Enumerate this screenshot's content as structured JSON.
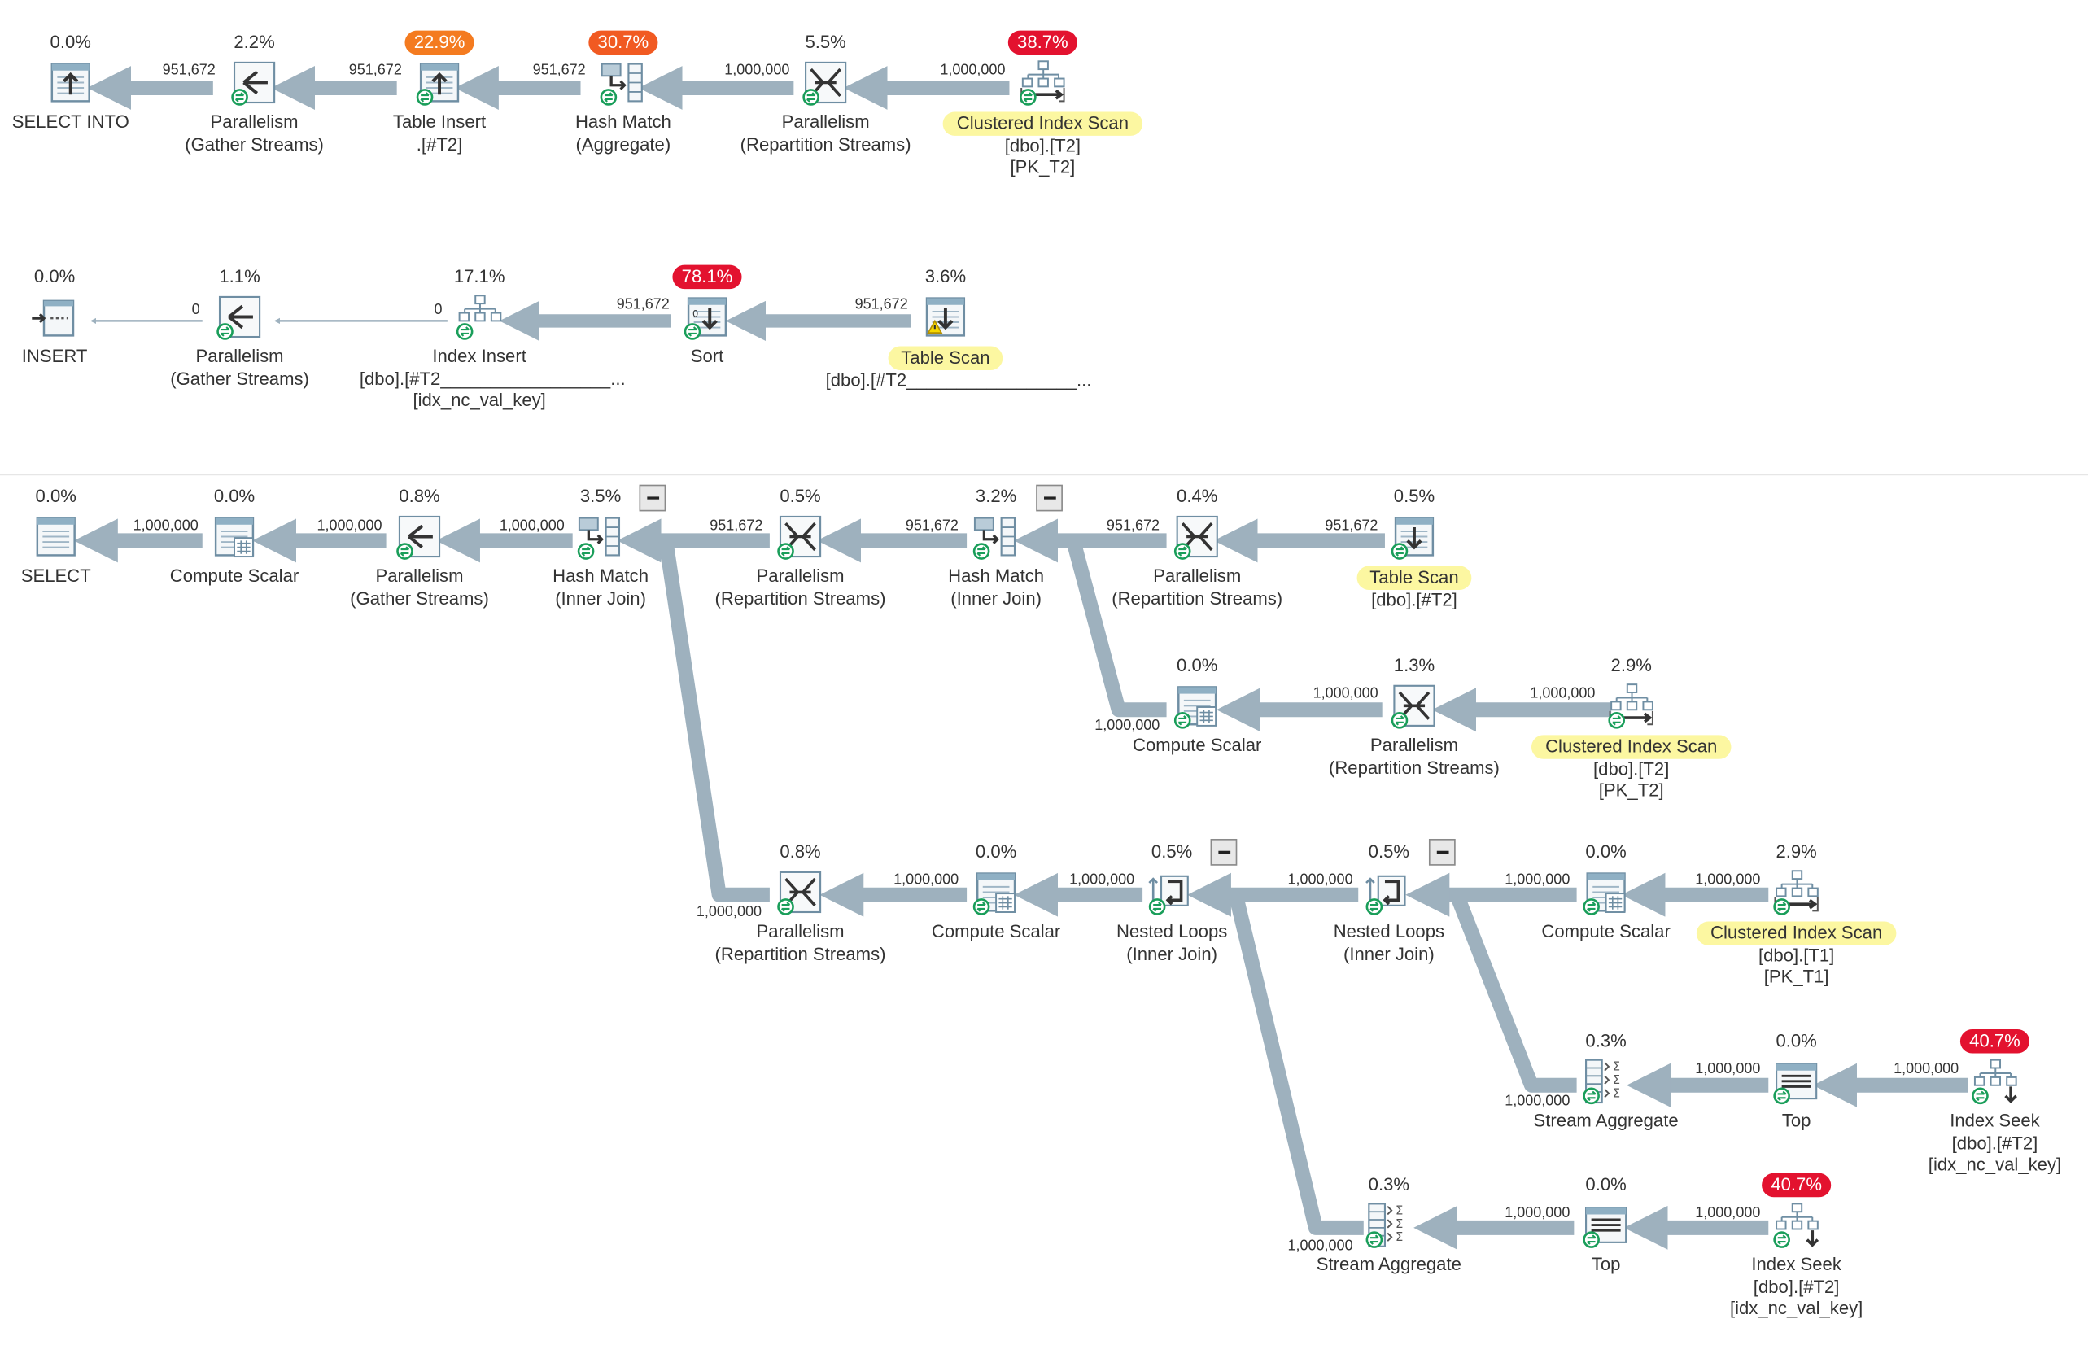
{
  "nodes": {
    "n1": {
      "pct": "0.0%",
      "name": "SELECT INTO",
      "sub1": "",
      "sub2": ""
    },
    "n2": {
      "pct": "2.2%",
      "name": "Parallelism",
      "sub1": "(Gather Streams)",
      "sub2": ""
    },
    "n3": {
      "pct": "22.9%",
      "name": "Table Insert",
      "sub1": ".[#T2]",
      "sub2": ""
    },
    "n4": {
      "pct": "30.7%",
      "name": "Hash Match",
      "sub1": "(Aggregate)",
      "sub2": ""
    },
    "n5": {
      "pct": "5.5%",
      "name": "Parallelism",
      "sub1": "(Repartition Streams)",
      "sub2": ""
    },
    "n6": {
      "pct": "38.7%",
      "name": "Clustered Index Scan",
      "sub1": "[dbo].[T2]",
      "sub2": "[PK_T2]"
    },
    "n7": {
      "pct": "0.0%",
      "name": "INSERT",
      "sub1": "",
      "sub2": ""
    },
    "n8": {
      "pct": "1.1%",
      "name": "Parallelism",
      "sub1": "(Gather Streams)",
      "sub2": ""
    },
    "n9": {
      "pct": "17.1%",
      "name": "Index Insert",
      "sub1": "[dbo].[#T2_________________...",
      "sub2": "[idx_nc_val_key]"
    },
    "n10": {
      "pct": "78.1%",
      "name": "Sort",
      "sub1": "",
      "sub2": ""
    },
    "n11": {
      "pct": "3.6%",
      "name": "Table Scan",
      "sub1": "[dbo].[#T2_________________...",
      "sub2": ""
    },
    "n12": {
      "pct": "0.0%",
      "name": "SELECT",
      "sub1": "",
      "sub2": ""
    },
    "n13": {
      "pct": "0.0%",
      "name": "Compute Scalar",
      "sub1": "",
      "sub2": ""
    },
    "n14": {
      "pct": "0.8%",
      "name": "Parallelism",
      "sub1": "(Gather Streams)",
      "sub2": ""
    },
    "n15": {
      "pct": "3.5%",
      "name": "Hash Match",
      "sub1": "(Inner Join)",
      "sub2": ""
    },
    "n16": {
      "pct": "0.5%",
      "name": "Parallelism",
      "sub1": "(Repartition Streams)",
      "sub2": ""
    },
    "n17": {
      "pct": "3.2%",
      "name": "Hash Match",
      "sub1": "(Inner Join)",
      "sub2": ""
    },
    "n18": {
      "pct": "0.4%",
      "name": "Parallelism",
      "sub1": "(Repartition Streams)",
      "sub2": ""
    },
    "n19": {
      "pct": "0.5%",
      "name": "Table Scan",
      "sub1": "[dbo].[#T2]",
      "sub2": ""
    },
    "n20": {
      "pct": "0.0%",
      "name": "Compute Scalar",
      "sub1": "",
      "sub2": ""
    },
    "n21": {
      "pct": "1.3%",
      "name": "Parallelism",
      "sub1": "(Repartition Streams)",
      "sub2": ""
    },
    "n22": {
      "pct": "2.9%",
      "name": "Clustered Index Scan",
      "sub1": "[dbo].[T2]",
      "sub2": "[PK_T2]"
    },
    "n23": {
      "pct": "0.8%",
      "name": "Parallelism",
      "sub1": "(Repartition Streams)",
      "sub2": ""
    },
    "n24": {
      "pct": "0.0%",
      "name": "Compute Scalar",
      "sub1": "",
      "sub2": ""
    },
    "n25": {
      "pct": "0.5%",
      "name": "Nested Loops",
      "sub1": "(Inner Join)",
      "sub2": ""
    },
    "n26": {
      "pct": "0.5%",
      "name": "Nested Loops",
      "sub1": "(Inner Join)",
      "sub2": ""
    },
    "n27": {
      "pct": "0.0%",
      "name": "Compute Scalar",
      "sub1": "",
      "sub2": ""
    },
    "n28": {
      "pct": "2.9%",
      "name": "Clustered Index Scan",
      "sub1": "[dbo].[T1]",
      "sub2": "[PK_T1]"
    },
    "n29": {
      "pct": "0.3%",
      "name": "Stream Aggregate",
      "sub1": "",
      "sub2": ""
    },
    "n30": {
      "pct": "0.0%",
      "name": "Top",
      "sub1": "",
      "sub2": ""
    },
    "n31": {
      "pct": "40.7%",
      "name": "Index Seek",
      "sub1": "[dbo].[#T2]",
      "sub2": "[idx_nc_val_key]"
    },
    "n32": {
      "pct": "0.3%",
      "name": "Stream Aggregate",
      "sub1": "",
      "sub2": ""
    },
    "n33": {
      "pct": "0.0%",
      "name": "Top",
      "sub1": "",
      "sub2": ""
    },
    "n34": {
      "pct": "40.7%",
      "name": "Index Seek",
      "sub1": "[dbo].[#T2]",
      "sub2": "[idx_nc_val_key]"
    }
  },
  "rows": {
    "r1": "951,672",
    "r2": "951,672",
    "r3": "951,672",
    "r4": "1,000,000",
    "r5": "1,000,000",
    "r6": "0",
    "r7": "0",
    "r8": "951,672",
    "r9": "951,672",
    "r10": "1,000,000",
    "r11": "1,000,000",
    "r12": "1,000,000",
    "r13": "951,672",
    "r14": "951,672",
    "r15": "951,672",
    "r16": "951,672",
    "r17": "1,000,000",
    "r18": "1,000,000",
    "r19": "1,000,000",
    "r20": "1,000,000",
    "r21": "1,000,000",
    "r22": "1,000,000",
    "r23": "1,000,000",
    "r24": "1,000,000",
    "r25": "1,000,000",
    "r26": "1,000,000",
    "r27": "1,000,000",
    "r28": "1,000,000",
    "r29": "1,000,000",
    "r30": "1,000,000",
    "r31": "1,000,000"
  },
  "colors": {
    "arrow": "#9eb1be",
    "badge_red": "#e3122f",
    "badge_orange": "#f47b20",
    "highlight": "#fcf7a1",
    "parallel_marker": "#1a9e5a"
  }
}
